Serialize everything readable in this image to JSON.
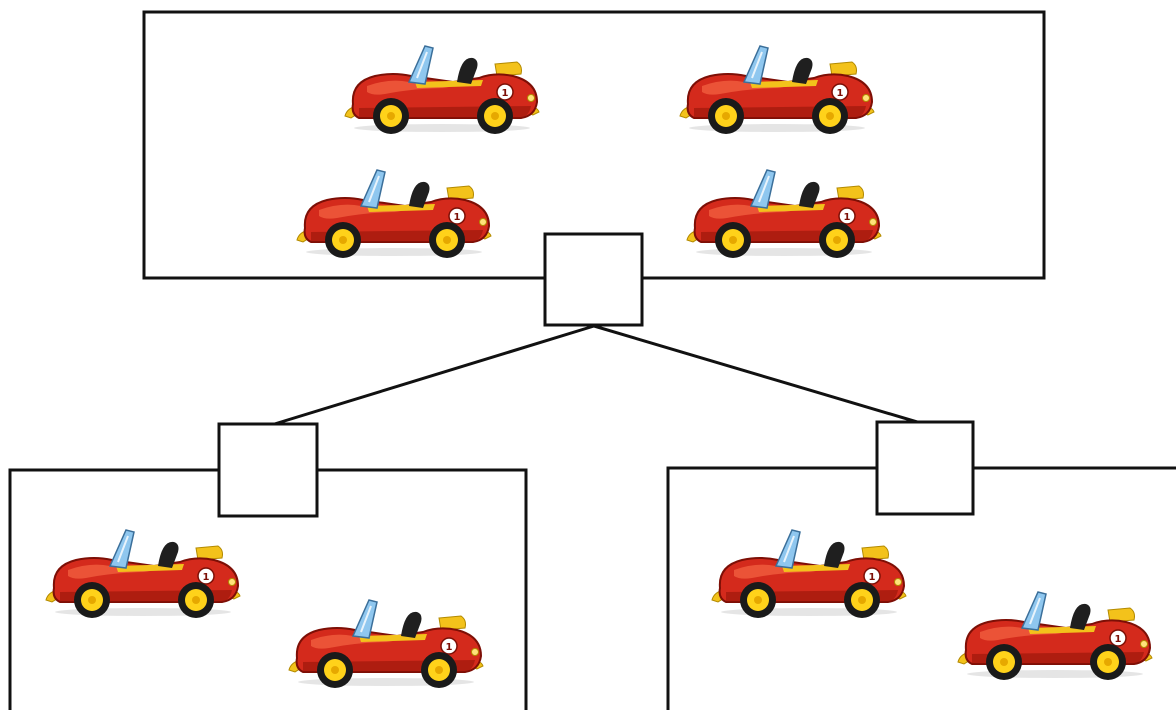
{
  "diagram": {
    "kind": "number-bond",
    "whole": {
      "car_count": 4,
      "answer_box": ""
    },
    "parts": [
      {
        "id": "left",
        "car_count": 2,
        "answer_box": ""
      },
      {
        "id": "right",
        "car_count": 2,
        "answer_box": ""
      }
    ],
    "car_icon": "red-toy-race-car-icon",
    "car_badge": "1",
    "colors": {
      "car_body": "#d42a1c",
      "car_body_light": "#ee5a3c",
      "car_body_dark": "#8e1208",
      "wheel_rim": "#ffd21a",
      "wheel_tire": "#1a1a1a",
      "windshield": "#8fc7ef",
      "seat": "#1f1f1f",
      "trim": "#f3c21b",
      "outline": "#111111"
    }
  }
}
